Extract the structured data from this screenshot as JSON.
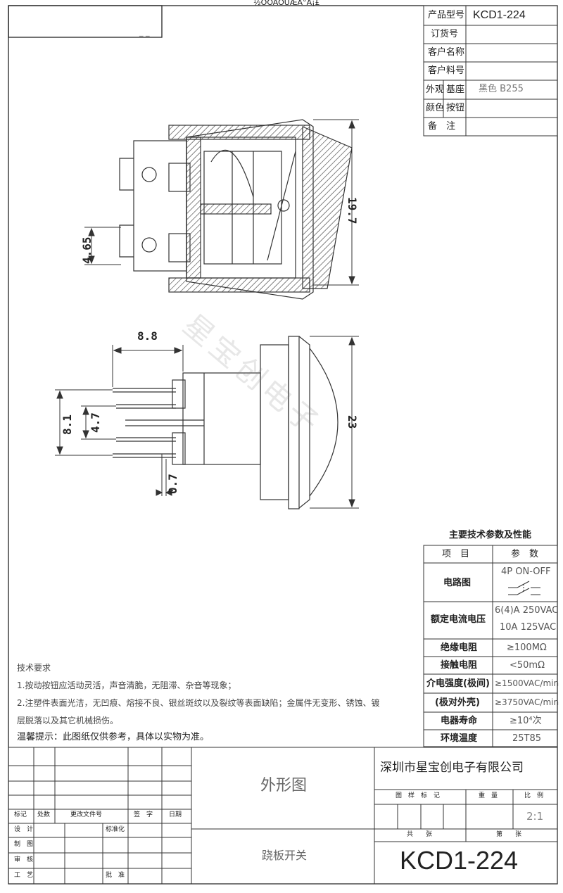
{
  "header_code": "½ÖOAOUÆA°Á¡£",
  "corner_mark": "_ _",
  "info_table": {
    "rows": [
      {
        "label": "产品型号",
        "value": "KCD1-224"
      },
      {
        "label": "订货号",
        "value": ""
      },
      {
        "label": "客户名称",
        "value": ""
      },
      {
        "label": "客户料号",
        "value": ""
      }
    ],
    "appearance_label": "外观",
    "color_label": "颜色",
    "base_label": "基座",
    "base_value": "黑色 B255",
    "button_label": "按钮",
    "button_value": "",
    "remark_label": "备　注",
    "remark_value": ""
  },
  "dimensions": {
    "height_19_7": "19.7",
    "pin_4_65": "4.65",
    "depth_8_8": "8.8",
    "span_8_1": "8.1",
    "span_4_7": "4.7",
    "width_23": "23",
    "thickness_0_7": "0.7"
  },
  "spec_table": {
    "title": "主要技术参数及性能",
    "header_item": "项　目",
    "header_param": "参　数",
    "rows": [
      {
        "item": "电路图",
        "param": "4P ON-OFF"
      },
      {
        "item": "额定电流电压",
        "param": "6(4)A 250VAC",
        "param2": "10A 125VAC"
      },
      {
        "item": "绝缘电阻",
        "param": "≥100MΩ"
      },
      {
        "item": "接触电阻",
        "param": "<50mΩ"
      },
      {
        "item": "介电强度(极间)",
        "param": "≥1500VAC/min"
      },
      {
        "item": "(极对外壳)",
        "param": "≥3750VAC/min"
      },
      {
        "item": "电器寿命",
        "param": "≥10⁴次"
      },
      {
        "item": "环境温度",
        "param": "25T85"
      }
    ]
  },
  "requirements": {
    "title": "技术要求",
    "line1": "1.按动按钮应活动灵活，声音清脆，无阻滞、杂音等现象；",
    "line2": "2.注塑件表面光洁，无凹痕、熔接不良、银丝斑纹以及裂纹等表面缺陷；金属件无变形、锈蚀、镀",
    "line3": "层脱落以及其它机械损伤。",
    "notice": "温馨提示：此图纸仅供参考，具体以实物为准。"
  },
  "title_block": {
    "drawing_title": "外形图",
    "product_name": "跷板开关",
    "company": "深圳市星宝创电子有限公司",
    "model": "KCD1-224",
    "scale": "2:1",
    "label_mark": "图　样　标　记",
    "label_weight": "重　量",
    "label_scale": "比　例",
    "label_total": "共　　张",
    "label_sheet": "第　　张",
    "rev_mark": "标记",
    "rev_count": "处数",
    "rev_doc": "更改文件号",
    "rev_sign": "签　字",
    "rev_date": "日期",
    "design": "设　计",
    "draw": "制　图",
    "check": "审　核",
    "process": "工　艺",
    "standard": "标准化",
    "approve": "批　准"
  },
  "watermark": "星宝创电子"
}
